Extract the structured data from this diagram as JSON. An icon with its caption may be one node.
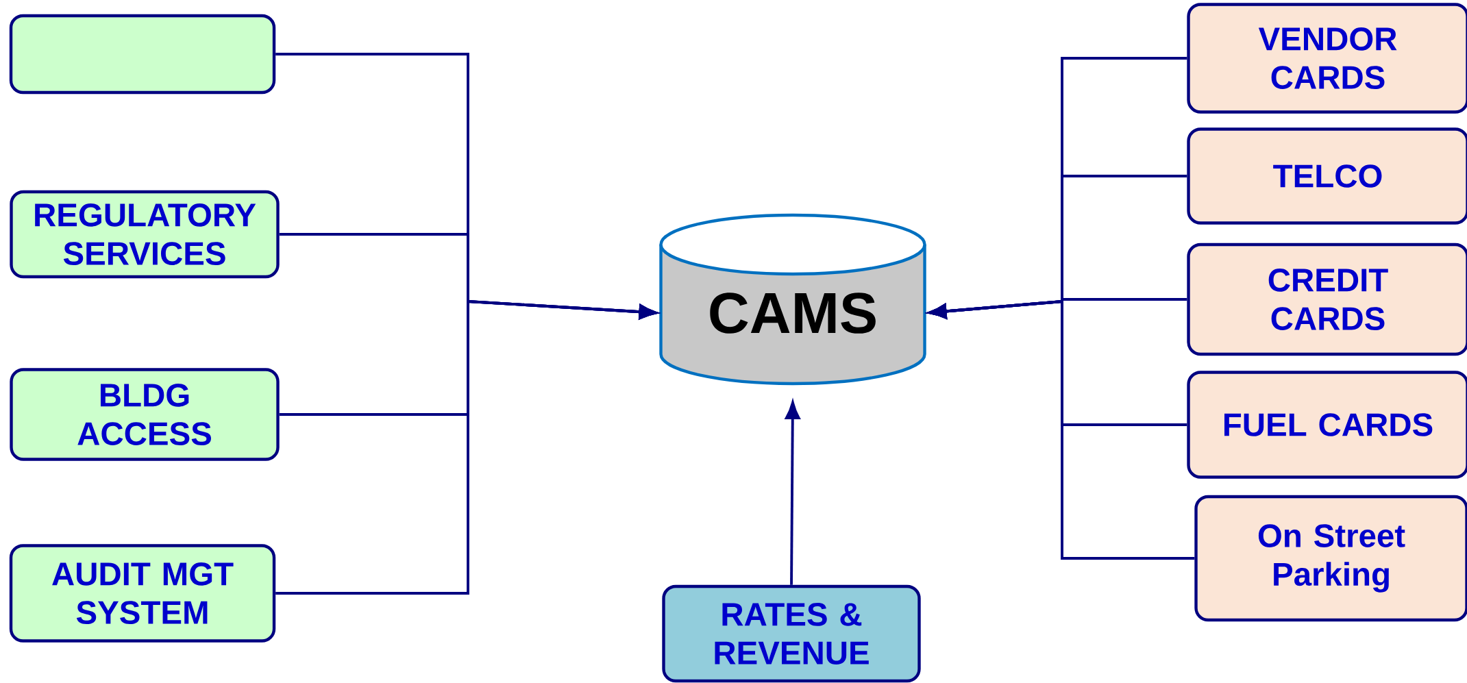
{
  "diagram": {
    "nodes": [
      {
        "text": [],
        "shape": "box"
      },
      {
        "text": [
          "REGULATORY SERVICES"
        ]
      },
      {
        "text": [
          "BLDG ACCESS"
        ]
      },
      {
        "text": [
          "AUDIT MGT SYSTEM"
        ]
      },
      {
        "text": [
          "CAMS"
        ]
      },
      {
        "text": [
          "RATES & REVENUE"
        ]
      },
      {
        "text": [
          "VENDOR CARDS"
        ]
      },
      {
        "text": [
          "TELCO"
        ]
      },
      {
        "text": [
          "CREDIT CARDS"
        ]
      },
      {
        "text": [
          "FUEL CARDS"
        ]
      },
      {
        "text": [
          "On Street Parking"
        ]
      }
    ],
    "edges": [
      {
        "from": 0,
        "to": 4,
        "arrow": "to"
      },
      {
        "from": 1,
        "to": 4,
        "arrow": "to"
      },
      {
        "from": 2,
        "to": 4,
        "arrow": "to"
      },
      {
        "from": 3,
        "to": 4,
        "arrow": "to"
      },
      {
        "from": 5,
        "to": 4,
        "arrow": "to"
      },
      {
        "from": 6,
        "to": 4,
        "arrow": "to"
      },
      {
        "from": 7,
        "to": 4,
        "arrow": "to"
      },
      {
        "from": 8,
        "to": 4,
        "arrow": "to"
      },
      {
        "from": 9,
        "to": 4,
        "arrow": "to"
      },
      {
        "from": 10,
        "to": 4,
        "arrow": "to"
      }
    ]
  }
}
